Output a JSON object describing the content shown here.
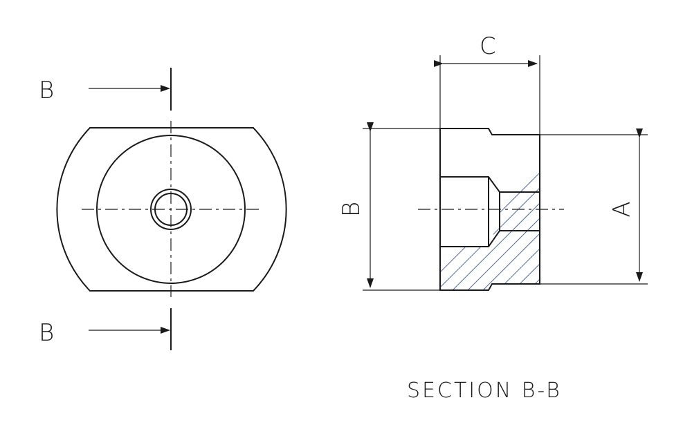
{
  "front_view": {
    "cut_label_top": "B",
    "cut_label_bottom": "B"
  },
  "section_view": {
    "dim_c": "C",
    "dim_b": "B",
    "dim_a": "A",
    "caption": "SECTION B-B"
  },
  "colors": {
    "line": "#1a1a1a",
    "hatch": "#4a6fa8"
  }
}
